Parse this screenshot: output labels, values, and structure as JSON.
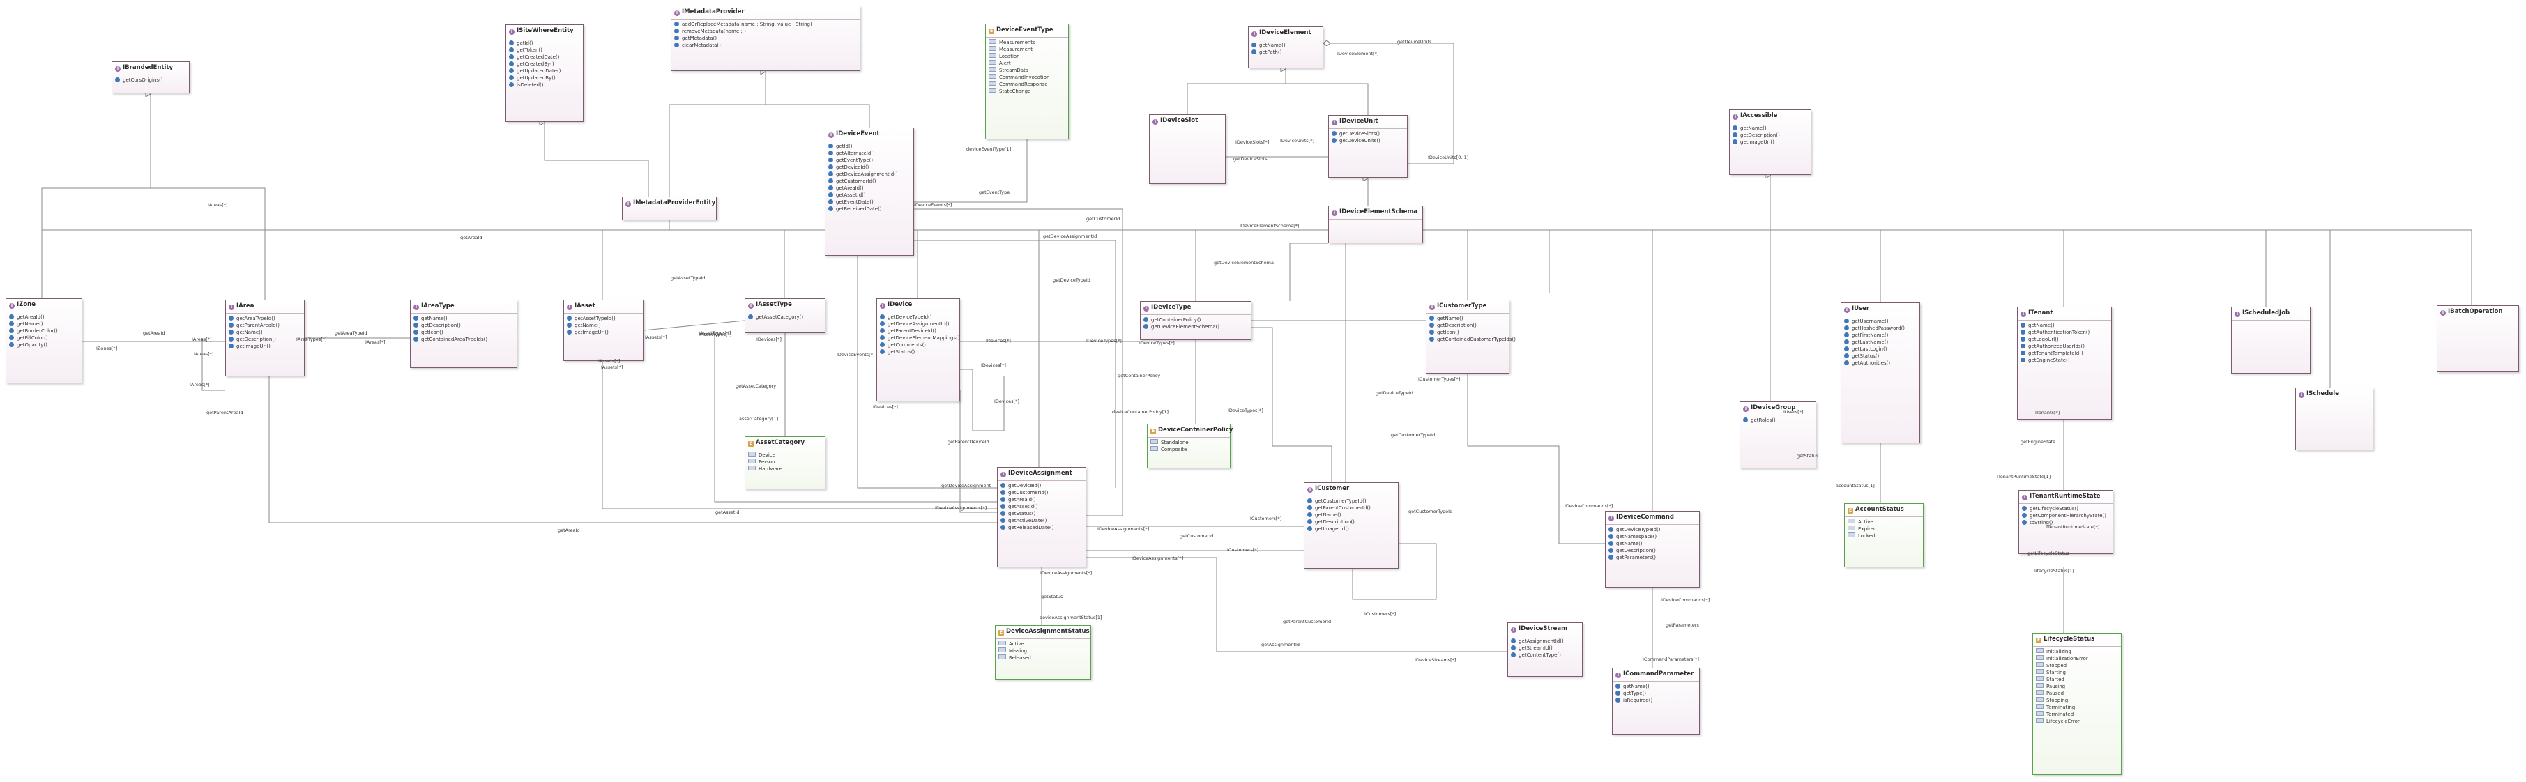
{
  "classes": [
    {
      "name": "IBrandedEntity",
      "members": [
        "getCorsOrigins()"
      ]
    },
    {
      "name": "ISiteWhereEntity",
      "members": [
        "getId()",
        "getToken()",
        "getCreatedDate()",
        "getCreatedBy()",
        "getUpdatedDate()",
        "getUpdatedBy()",
        "isDeleted()"
      ]
    },
    {
      "name": "IMetadataProvider",
      "members": [
        "addOrReplaceMetadata(name : String, value : String)",
        "removeMetadata(name : )",
        "getMetadata()",
        "clearMetadata()"
      ]
    },
    {
      "name": "DeviceEventType",
      "enum": true,
      "members": [
        "Measurements",
        "Measurement",
        "Location",
        "Alert",
        "StreamData",
        "CommandInvocation",
        "CommandResponse",
        "StateChange"
      ]
    },
    {
      "name": "IDeviceElement",
      "members": [
        "getName()",
        "getPath()"
      ]
    },
    {
      "name": "IDeviceEvent",
      "members": [
        "getId()",
        "getAlternateId()",
        "getEventType()",
        "getDeviceId()",
        "getDeviceAssignmentId()",
        "getCustomerId()",
        "getAreaId()",
        "getAssetId()",
        "getEventDate()",
        "getReceivedDate()"
      ]
    },
    {
      "name": "IMetadataProviderEntity",
      "members": []
    },
    {
      "name": "IDeviceSlot",
      "members": []
    },
    {
      "name": "IDeviceUnit",
      "members": [
        "getDeviceSlots()",
        "getDeviceUnits()"
      ]
    },
    {
      "name": "IDeviceElementSchema",
      "members": []
    },
    {
      "name": "IAccessible",
      "members": [
        "getName()",
        "getDescription()",
        "getImageUrl()"
      ]
    },
    {
      "name": "IZone",
      "members": [
        "getAreaId()",
        "getName()",
        "getBorderColor()",
        "getFillColor()",
        "getOpacity()"
      ]
    },
    {
      "name": "IArea",
      "members": [
        "getAreaTypeId()",
        "getParentAreaId()",
        "getName()",
        "getDescription()",
        "getImageUrl()"
      ]
    },
    {
      "name": "IAreaType",
      "members": [
        "getName()",
        "getDescription()",
        "getIcon()",
        "getContainedAreaTypeIds()"
      ]
    },
    {
      "name": "IAsset",
      "members": [
        "getAssetTypeId()",
        "getName()",
        "getImageUrl()"
      ]
    },
    {
      "name": "IAssetType",
      "members": [
        "getAssetCategory()"
      ]
    },
    {
      "name": "IDevice",
      "members": [
        "getDeviceTypeId()",
        "getDeviceAssignmentId()",
        "getParentDeviceId()",
        "getDeviceElementMappings()",
        "getComments()",
        "getStatus()"
      ]
    },
    {
      "name": "IDeviceType",
      "members": [
        "getContainerPolicy()",
        "getDeviceElementSchema()"
      ]
    },
    {
      "name": "ICustomerType",
      "members": [
        "getName()",
        "getDescription()",
        "getIcon()",
        "getContainedCustomerTypeIds()"
      ]
    },
    {
      "name": "IUser",
      "members": [
        "getUsername()",
        "getHashedPassword()",
        "getFirstName()",
        "getLastName()",
        "getLastLogin()",
        "getStatus()",
        "getAuthorities()"
      ]
    },
    {
      "name": "ITenant",
      "members": [
        "getName()",
        "getAuthenticationToken()",
        "getLogoUrl()",
        "getAuthorizedUserIds()",
        "getTenantTemplateId()",
        "getEngineState()"
      ]
    },
    {
      "name": "IScheduledJob",
      "members": []
    },
    {
      "name": "IBatchOperation",
      "members": []
    },
    {
      "name": "IDeviceGroup",
      "members": [
        "getRoles()"
      ]
    },
    {
      "name": "ISchedule",
      "members": []
    },
    {
      "name": "AssetCategory",
      "enum": true,
      "members": [
        "Device",
        "Person",
        "Hardware"
      ]
    },
    {
      "name": "DeviceContainerPolicy",
      "enum": true,
      "members": [
        "Standalone",
        "Composite"
      ]
    },
    {
      "name": "AccountStatus",
      "enum": true,
      "members": [
        "Active",
        "Expired",
        "Locked"
      ]
    },
    {
      "name": "ITenantRuntimeState",
      "members": [
        "getLifecycleStatus()",
        "getComponentHierarchyState()",
        "toString()"
      ]
    },
    {
      "name": "IDeviceAssignment",
      "members": [
        "getDeviceId()",
        "getCustomerId()",
        "getAreaId()",
        "getAssetId()",
        "getStatus()",
        "getActiveDate()",
        "getReleasedDate()"
      ]
    },
    {
      "name": "ICustomer",
      "members": [
        "getCustomerTypeId()",
        "getParentCustomerId()",
        "getName()",
        "getDescription()",
        "getImageUrl()"
      ]
    },
    {
      "name": "IDeviceCommand",
      "members": [
        "getDeviceTypeId()",
        "getNamespace()",
        "getName()",
        "getDescription()",
        "getParameters()"
      ]
    },
    {
      "name": "DeviceAssignmentStatus",
      "enum": true,
      "members": [
        "Active",
        "Missing",
        "Released"
      ]
    },
    {
      "name": "IDeviceStream",
      "members": [
        "getAssignmentId()",
        "getStreamId()",
        "getContentType()"
      ]
    },
    {
      "name": "ICommandParameter",
      "members": [
        "getName()",
        "getType()",
        "isRequired()"
      ]
    },
    {
      "name": "LifecycleStatus",
      "enum": true,
      "members": [
        "Initializing",
        "InitializationError",
        "Stopped",
        "Starting",
        "Started",
        "Pausing",
        "Paused",
        "Stopping",
        "Terminating",
        "Terminated",
        "LifecycleError"
      ]
    }
  ],
  "edge_labels": [
    "getDeviceUnits",
    "IDeviceElement[*]",
    "IDeviceSlots[*]",
    "IDeviceUnits[*]",
    "getDeviceSlots",
    "IDeviceUnits[0..1]",
    "deviceEventType[1]",
    "getEventType",
    "IDeviceEvents[*]",
    "getCustomerId",
    "getDeviceAssignmentId",
    "IAreas[*]",
    "getAreaId",
    "IZones[*]",
    "getAreaId",
    "getAreaTypeId",
    "IAreas[*]",
    "IAreaTypes[*]",
    "IAreas[*]",
    "IAreas[*]",
    "IAreas[*]",
    "getParentAreaId",
    "getAssetTypeId",
    "IAssets[*]",
    "IAssetTypes[*]",
    "IAssets[*]",
    "IAssets[*]",
    "IAssetTypes[*]",
    "getAssetCategory",
    "assetCategory[1]",
    "IDeviceEvents[*]",
    "IDevices[*]",
    "IDevices[*]",
    "IDevices[*]",
    "getDeviceTypeId",
    "IDeviceTypes[*]",
    "IDevices[*]",
    "IDevices[*]",
    "getParentDeviceId",
    "IDeviceElementSchema[*]",
    "getDeviceElementSchema",
    "getContainerPolicy",
    "IDeviceTypes[*]",
    "deviceContainerPolicy[1]",
    "IDeviceTypes[*]",
    "getDeviceTypeId",
    "getCustomerTypeId",
    "ICustomerTypes[*]",
    "IUsers[*]",
    "getStatus",
    "accountStatus[1]",
    "ITenants[*]",
    "getEngineState",
    "ITenantRuntimeState[1]",
    "ITenantRuntimeState[*]",
    "getLifecycleStatus",
    "lifecycleStatus[1]",
    "getAreaId",
    "getAssetId",
    "getDeviceAssignment",
    "IDeviceAssignments[*]",
    "IDeviceAssignments[*]",
    "IDeviceAssignments[*]",
    "IDeviceAssignments[*]",
    "getStatus",
    "deviceAssignmentStatus[1]",
    "ICustomers[*]",
    "getCustomerId",
    "ICustomers[*]",
    "getCustomerTypeId",
    "ICustomers[*]",
    "getParentCustomerId",
    "IDeviceCommands[*]",
    "IDeviceCommands[*]",
    "getParameters",
    "ICommandParameters[*]",
    "getAssignmentId",
    "IDeviceStreams[*]"
  ]
}
